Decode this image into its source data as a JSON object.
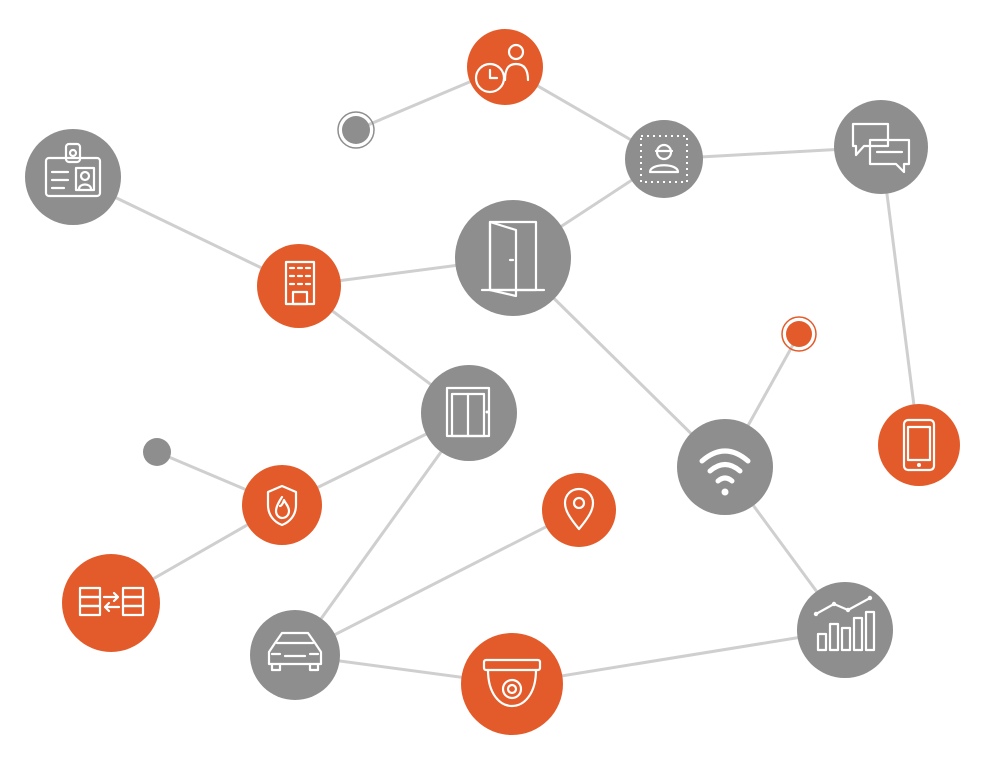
{
  "diagram": {
    "colors": {
      "orange": "#e35b2a",
      "gray": "#8e8e8e",
      "edge": "#cfcfcf",
      "icon": "#ffffff",
      "background": "#ffffff"
    },
    "nodes": [
      {
        "id": "clock-user",
        "icon": "clock-user-icon",
        "color": "orange"
      },
      {
        "id": "small-gray-top",
        "icon": "none",
        "color": "gray"
      },
      {
        "id": "id-badge",
        "icon": "id-badge-icon",
        "color": "gray"
      },
      {
        "id": "face-scan",
        "icon": "face-scan-icon",
        "color": "gray"
      },
      {
        "id": "chat",
        "icon": "chat-bubbles-icon",
        "color": "gray"
      },
      {
        "id": "door",
        "icon": "door-icon",
        "color": "gray"
      },
      {
        "id": "building",
        "icon": "building-icon",
        "color": "orange"
      },
      {
        "id": "small-orange-right",
        "icon": "none",
        "color": "orange"
      },
      {
        "id": "elevator",
        "icon": "elevator-icon",
        "color": "gray"
      },
      {
        "id": "mobile",
        "icon": "smartphone-icon",
        "color": "orange"
      },
      {
        "id": "small-gray-left",
        "icon": "none",
        "color": "gray"
      },
      {
        "id": "wifi",
        "icon": "wifi-icon",
        "color": "gray"
      },
      {
        "id": "fire-shield",
        "icon": "fire-shield-icon",
        "color": "orange"
      },
      {
        "id": "location",
        "icon": "location-pin-icon",
        "color": "orange"
      },
      {
        "id": "data-transfer",
        "icon": "data-transfer-icon",
        "color": "orange"
      },
      {
        "id": "analytics",
        "icon": "analytics-chart-icon",
        "color": "gray"
      },
      {
        "id": "car",
        "icon": "car-icon",
        "color": "gray"
      },
      {
        "id": "camera",
        "icon": "dome-camera-icon",
        "color": "orange"
      }
    ],
    "edges": [
      [
        "small-gray-top",
        "clock-user"
      ],
      [
        "clock-user",
        "face-scan"
      ],
      [
        "face-scan",
        "chat"
      ],
      [
        "face-scan",
        "door"
      ],
      [
        "chat",
        "mobile"
      ],
      [
        "id-badge",
        "building"
      ],
      [
        "building",
        "door"
      ],
      [
        "building",
        "elevator"
      ],
      [
        "door",
        "wifi"
      ],
      [
        "small-orange-right",
        "wifi"
      ],
      [
        "wifi",
        "analytics"
      ],
      [
        "elevator",
        "fire-shield"
      ],
      [
        "elevator",
        "car"
      ],
      [
        "small-gray-left",
        "fire-shield"
      ],
      [
        "fire-shield",
        "data-transfer"
      ],
      [
        "location",
        "car"
      ],
      [
        "car",
        "camera"
      ],
      [
        "camera",
        "analytics"
      ]
    ]
  }
}
